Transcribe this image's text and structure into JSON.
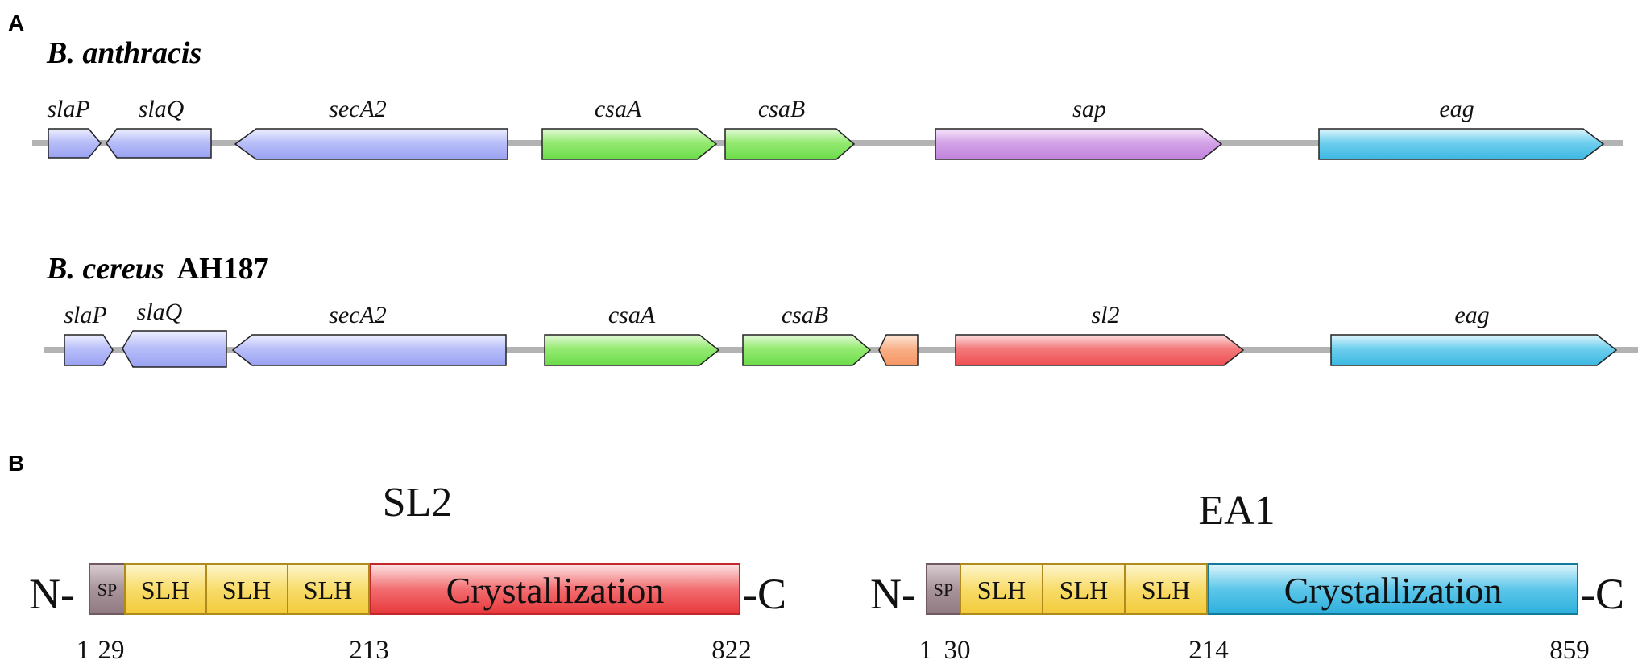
{
  "colors": {
    "backbone": "#b3b3b3",
    "blue_gene": "#a7aef5",
    "green_gene": "#7be35a",
    "purple_gene": "#c98fe0",
    "cyan_gene": "#4cc4e8",
    "red_gene": "#f0575a",
    "orange_gene": "#f7a06f",
    "sp_domain": "#9b868d",
    "slh_domain": "#f5d04a",
    "cryst_sl2": "#ec4a4c",
    "cryst_ea1": "#3cb9de"
  },
  "panel_a": {
    "letter": "A",
    "organisms": [
      {
        "name_italic": "B. anthracis",
        "strain": "",
        "genes": [
          {
            "label": "slaP",
            "icon": "forward-arrow",
            "color": "blue_gene"
          },
          {
            "label": "slaQ",
            "icon": "reverse-arrow",
            "color": "blue_gene"
          },
          {
            "label": "secA2",
            "icon": "reverse-arrow",
            "color": "blue_gene"
          },
          {
            "label": "csaA",
            "icon": "forward-arrow",
            "color": "green_gene"
          },
          {
            "label": "csaB",
            "icon": "forward-arrow",
            "color": "green_gene"
          },
          {
            "label": "sap",
            "icon": "forward-arrow",
            "color": "purple_gene"
          },
          {
            "label": "eag",
            "icon": "forward-arrow",
            "color": "cyan_gene"
          }
        ]
      },
      {
        "name_italic": "B. cereus",
        "strain": "AH187",
        "genes": [
          {
            "label": "slaP",
            "icon": "forward-arrow",
            "color": "blue_gene"
          },
          {
            "label": "slaQ",
            "icon": "reverse-arrow",
            "color": "blue_gene"
          },
          {
            "label": "secA2",
            "icon": "reverse-arrow",
            "color": "blue_gene"
          },
          {
            "label": "csaA",
            "icon": "forward-arrow",
            "color": "green_gene"
          },
          {
            "label": "csaB",
            "icon": "forward-arrow",
            "color": "green_gene"
          },
          {
            "label": "",
            "icon": "forward-arrow",
            "color": "orange_gene"
          },
          {
            "label": "sl2",
            "icon": "forward-arrow",
            "color": "red_gene"
          },
          {
            "label": "eag",
            "icon": "forward-arrow",
            "color": "cyan_gene"
          }
        ]
      }
    ]
  },
  "panel_b": {
    "letter": "B",
    "proteins": [
      {
        "title": "SL2",
        "n_term": "N-",
        "c_term": "-C",
        "domains": [
          "SP",
          "SLH",
          "SLH",
          "SLH",
          "Crystallization"
        ],
        "positions": [
          "1",
          "29",
          "213",
          "822"
        ]
      },
      {
        "title": "EA1",
        "n_term": "N-",
        "c_term": "-C",
        "domains": [
          "SP",
          "SLH",
          "SLH",
          "SLH",
          "Crystallization"
        ],
        "positions": [
          "1",
          "30",
          "214",
          "859"
        ]
      }
    ]
  }
}
